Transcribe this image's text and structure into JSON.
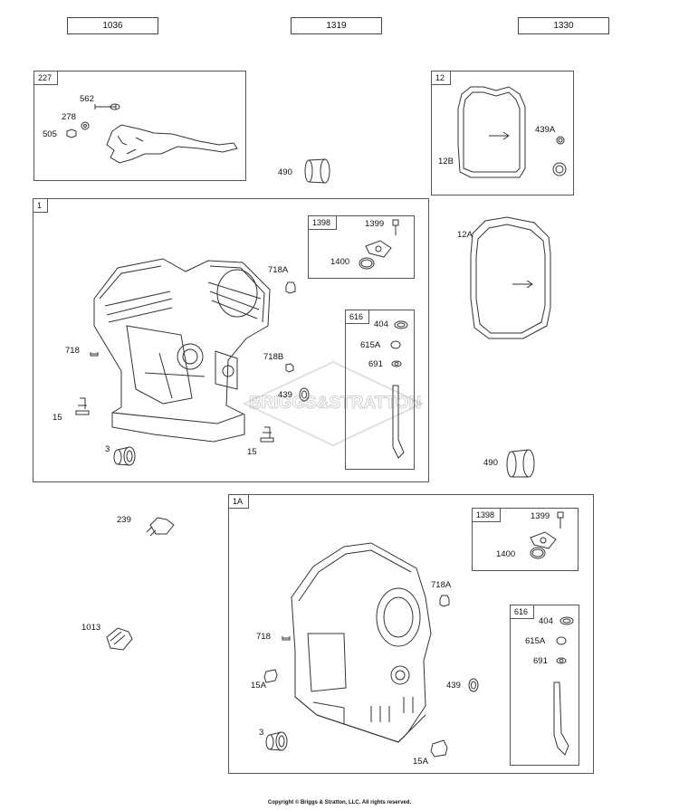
{
  "top_refs": [
    "1036",
    "1319",
    "1330"
  ],
  "groups": {
    "g227": {
      "tag": "227",
      "parts": {
        "p562": "562",
        "p278": "278",
        "p505": "505"
      }
    },
    "g12": {
      "tag": "12",
      "parts": {
        "p439A": "439A",
        "p12B": "12B"
      }
    },
    "g1": {
      "tag": "1",
      "parts": {
        "p718A": "718A",
        "p718": "718",
        "p718B": "718B",
        "p439": "439",
        "p15a": "15",
        "p15b": "15",
        "p3": "3"
      }
    },
    "g1398a": {
      "tag": "1398",
      "parts": {
        "p1399": "1399",
        "p1400": "1400"
      }
    },
    "g616a": {
      "tag": "616",
      "parts": {
        "p404": "404",
        "p615A": "615A",
        "p691": "691"
      }
    },
    "g1A": {
      "tag": "1A",
      "parts": {
        "p718A": "718A",
        "p718": "718",
        "p15Aa": "15A",
        "p439": "439",
        "p3": "3",
        "p15Ab": "15A"
      }
    },
    "g1398b": {
      "tag": "1398",
      "parts": {
        "p1399": "1399",
        "p1400": "1400"
      }
    },
    "g616b": {
      "tag": "616",
      "parts": {
        "p404": "404",
        "p615A": "615A",
        "p691": "691"
      }
    }
  },
  "loose_parts": {
    "p490a": "490",
    "p12A": "12A",
    "p490b": "490",
    "p239": "239",
    "p1013": "1013"
  },
  "watermark": "BRIGGS&STRATTON",
  "copyright": "Copyright © Briggs & Stratton, LLC. All rights reserved."
}
